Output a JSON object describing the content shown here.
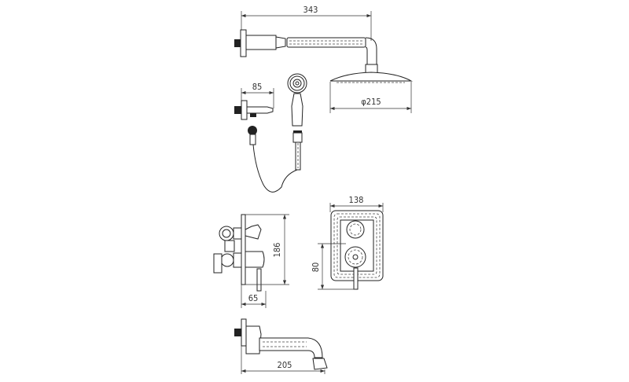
{
  "drawing": {
    "dimensions": {
      "shower_arm_length": "343",
      "shower_head_diameter": "φ215",
      "wall_bracket_length": "85",
      "valve_height": "186",
      "valve_depth": "65",
      "faceplate_width": "138",
      "faceplate_offset": "80",
      "spout_length": "205"
    }
  }
}
